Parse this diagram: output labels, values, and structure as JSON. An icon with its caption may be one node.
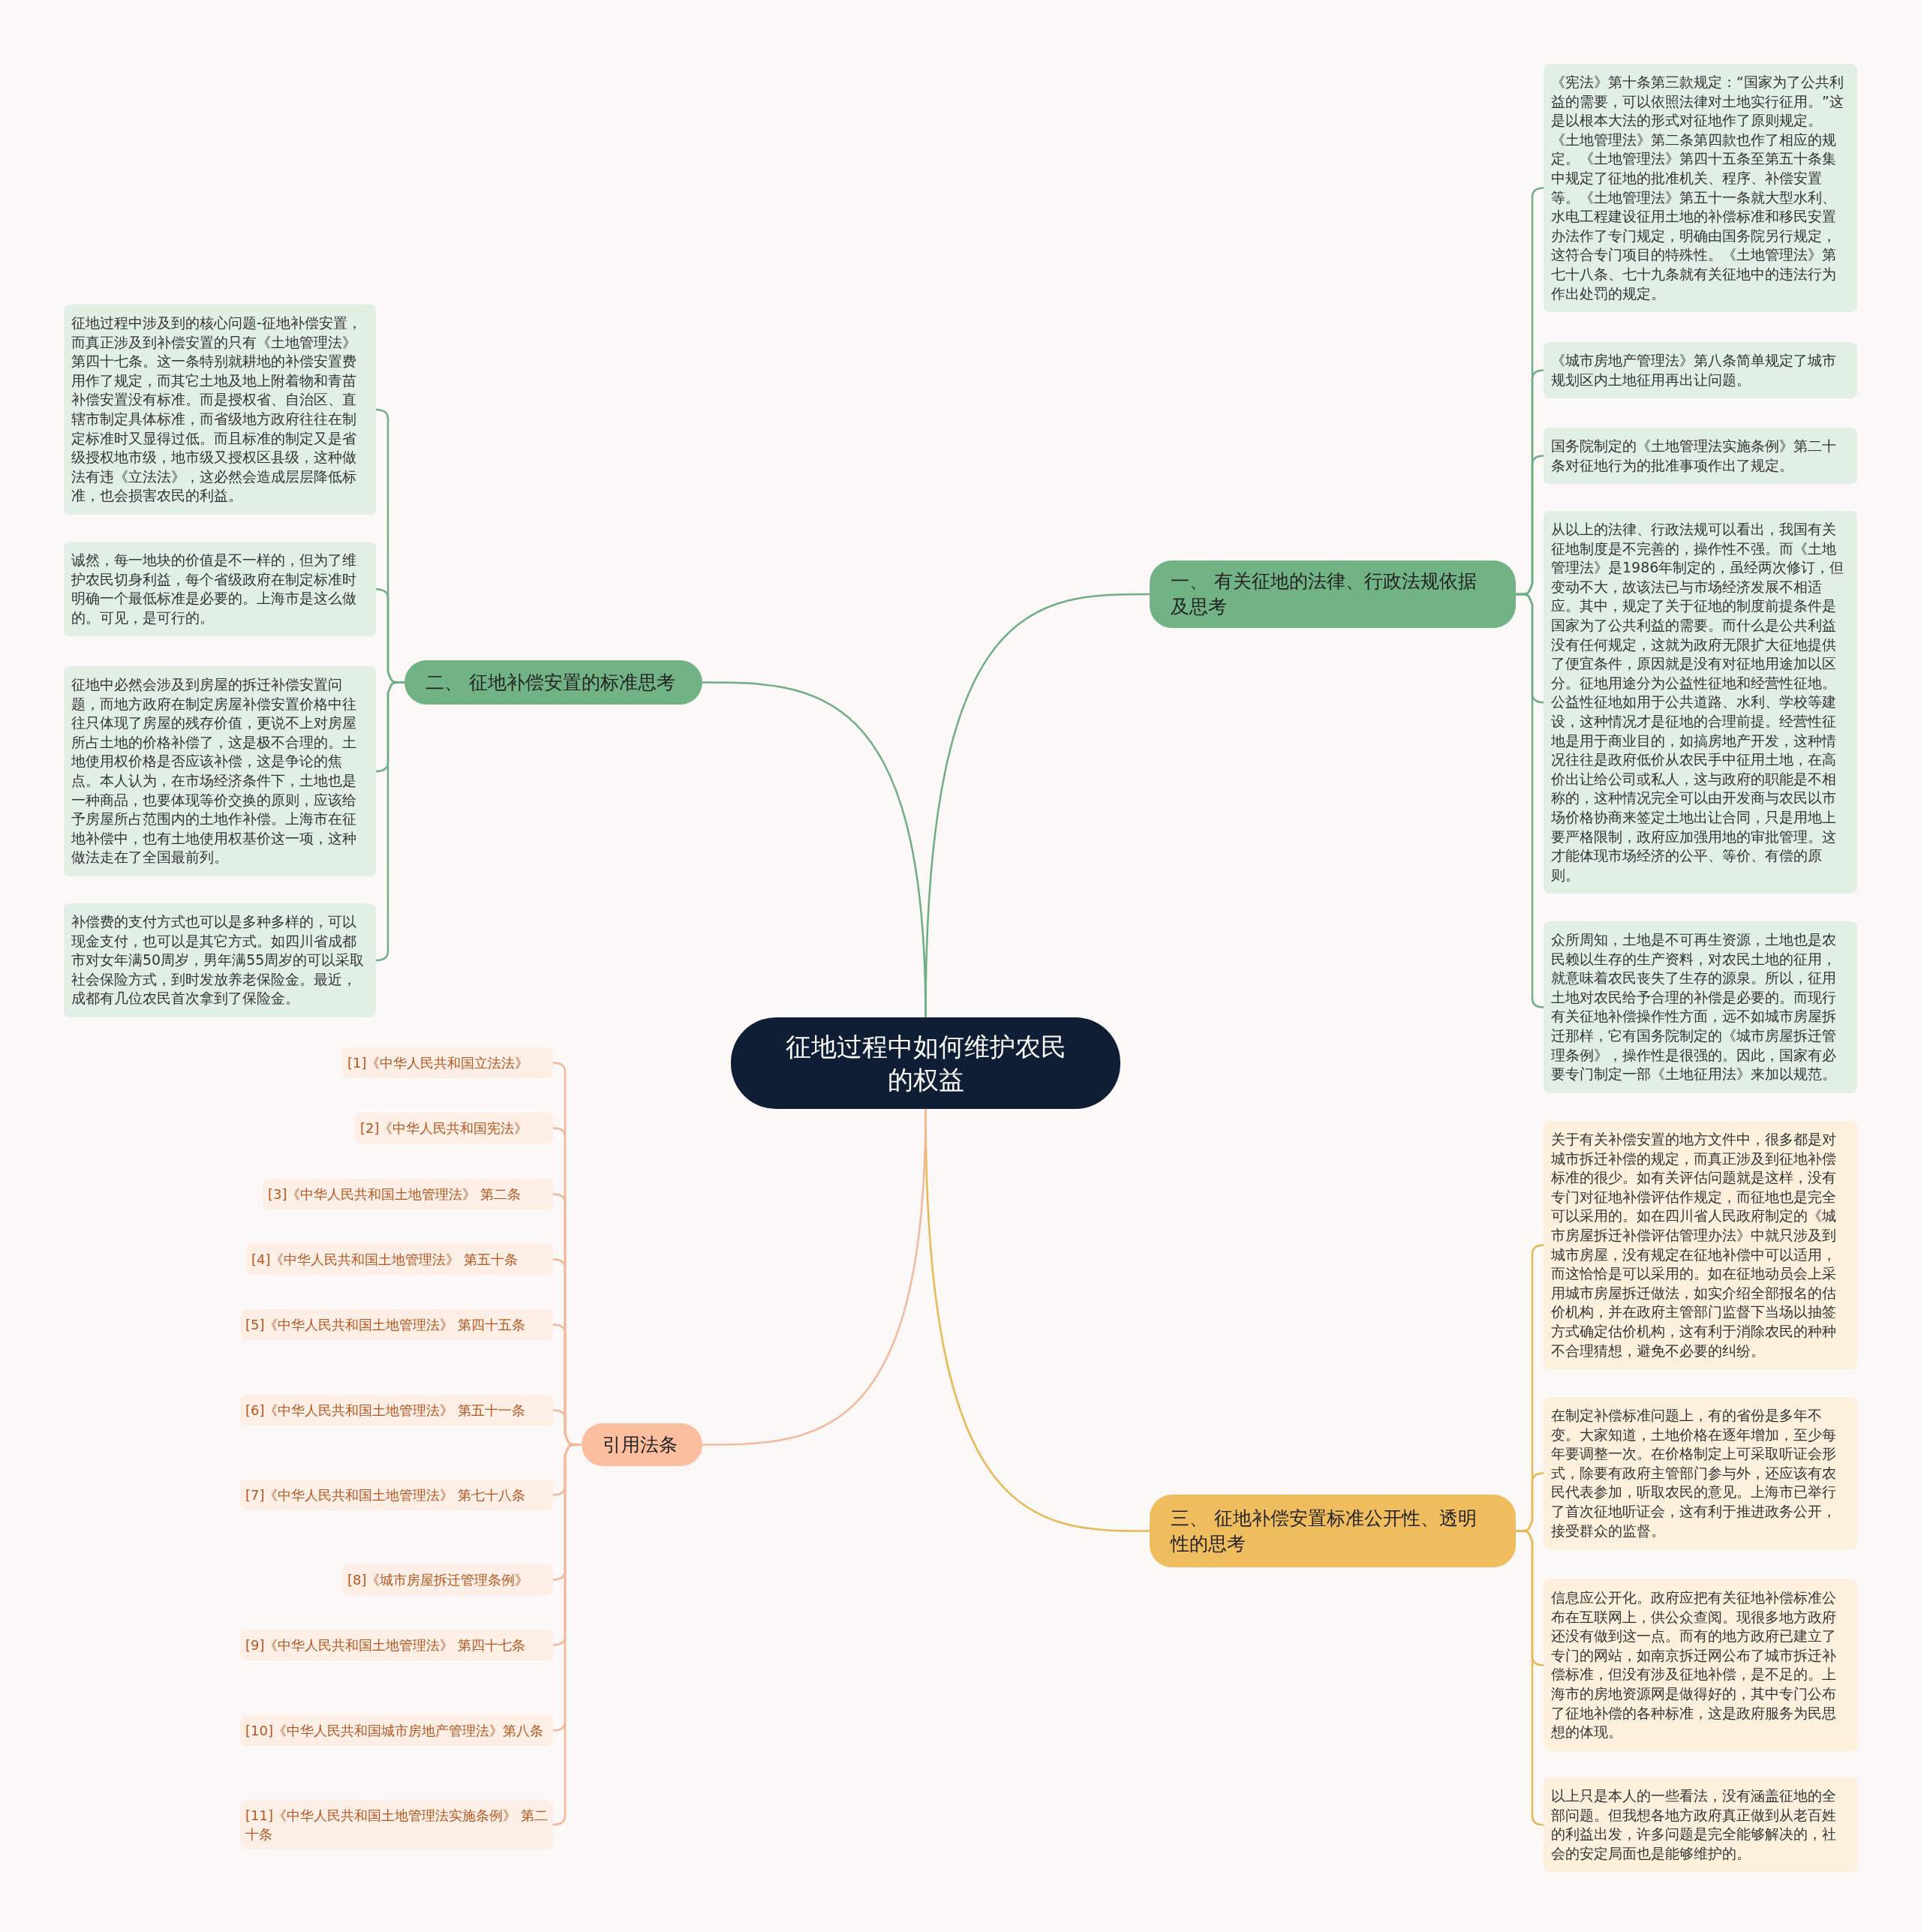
{
  "diagram": {
    "nodes": [
      {
        "text": [
          "征地过程中如何维护农民的权益"
        ]
      },
      {
        "text": [
          "一、 有关征地的法律、行政法规依据及思考"
        ]
      },
      {
        "text": [
          "《宪法》第十条第三款规定：“国家为了公共利益的需要，可以依照法律对土地实行征用。”这是以根本大法的形式对征地作了原则规定。《土地管理法》第二条第四款也作了相应的规定。《土地管理法》第四十五条至第五十条集中规定了征地的批准机关、程序、补偿安置等。《土地管理法》第五十一条就大型水利、水电工程建设征用土地的补偿标准和移民安置办法作了专门规定，明确由国务院另行规定，这符合专门项目的特殊性。《土地管理法》第七十八条、七十九条就有关征地中的违法行为作出处罚的规定。"
        ]
      },
      {
        "text": [
          "《城市房地产管理法》第八条简单规定了城市规划区内土地征用再出让问题。"
        ]
      },
      {
        "text": [
          "国务院制定的《土地管理法实施条例》第二十条对征地行为的批准事项作出了规定。"
        ]
      },
      {
        "text": [
          "从以上的法律、行政法规可以看出，我国有关征地制度是不完善的，操作性不强。而《土地管理法》是1986年制定的，虽经两次修订，但变动不大，故该法已与市场经济发展不相适应。其中，规定了关于征地的制度前提条件是国家为了公共利益的需要。而什么是公共利益没有任何规定，这就为政府无限扩大征地提供了便宜条件，原因就是没有对征地用途加以区分。征地用途分为公益性征地和经营性征地。公益性征地如用于公共道路、水利、学校等建设，这种情况才是征地的合理前提。经营性征地是用于商业目的，如搞房地产开发，这种情况往往是政府低价从农民手中征用土地，在高价出让给公司或私人，这与政府的职能是不相称的，这种情况完全可以由开发商与农民以市场价格协商来签定土地出让合同，只是用地上要严格限制，政府应加强用地的审批管理。这才能体现市场经济的公平、等价、有偿的原则。"
        ]
      },
      {
        "text": [
          "众所周知，土地是不可再生资源，土地也是农民赖以生存的生产资料，对农民土地的征用，就意味着农民丧失了生存的源泉。所以，征用土地对农民给予合理的补偿是必要的。而现行有关征地补偿操作性方面，远不如城市房屋拆迁那样，它有国务院制定的《城市房屋拆迁管理条例》，操作性是很强的。因此，国家有必要专门制定一部《土地征用法》来加以规范。"
        ]
      },
      {
        "text": [
          "三、 征地补偿安置标准公开性、透明性的思考"
        ]
      },
      {
        "text": [
          "关于有关补偿安置的地方文件中，很多都是对城市拆迁补偿的规定，而真正涉及到征地补偿标准的很少。如有关评估问题就是这样，没有专门对征地补偿评估作规定，而征地也是完全可以采用的。如在四川省人民政府制定的《城市房屋拆迁补偿评估管理办法》中就只涉及到城市房屋，没有规定在征地补偿中可以适用，而这恰恰是可以采用的。如在征地动员会上采用城市房屋拆迁做法，如实介绍全部报名的估价机构，并在政府主管部门监督下当场以抽签方式确定估价机构，这有利于消除农民的种种不合理猜想，避免不必要的纠纷。"
        ]
      },
      {
        "text": [
          "在制定补偿标准问题上，有的省份是多年不变。大家知道，土地价格在逐年增加，至少每年要调整一次。在价格制定上可采取听证会形式，除要有政府主管部门参与外，还应该有农民代表参加，听取农民的意见。上海市已举行了首次征地听证会，这有利于推进政务公开，接受群众的监督。"
        ]
      },
      {
        "text": [
          "信息应公开化。政府应把有关征地补偿标准公布在互联网上，供公众查阅。现很多地方政府还没有做到这一点。而有的地方政府已建立了专门的网站，如南京拆迁网公布了城市拆迁补偿标准，但没有涉及征地补偿，是不足的。上海市的房地资源网是做得好的，其中专门公布了征地补偿的各种标准，这是政府服务为民思想的体现。"
        ]
      },
      {
        "text": [
          "以上只是本人的一些看法，没有涵盖征地的全部问题。但我想各地方政府真正做到从老百姓的利益出发，许多问题是完全能够解决的，社会的安定局面也是能够维护的。"
        ]
      },
      {
        "text": [
          "二、 征地补偿安置的标准思考"
        ]
      },
      {
        "text": [
          "征地过程中涉及到的核心问题-征地补偿安置，而真正涉及到补偿安置的只有《土地管理法》第四十七条。这一条特别就耕地的补偿安置费用作了规定，而其它土地及地上附着物和青苗补偿安置没有标准。而是授权省、自治区、直辖市制定具体标准，而省级地方政府往往在制定标准时又显得过低。而且标准的制定又是省级授权地市级，地市级又授权区县级，这种做法有违《立法法》，这必然会造成层层降低标准，也会损害农民的利益。"
        ]
      },
      {
        "text": [
          "诚然，每一地块的价值是不一样的，但为了维护农民切身利益，每个省级政府在制定标准时明确一个最低标准是必要的。上海市是这么做的。可见，是可行的。"
        ]
      },
      {
        "text": [
          "征地中必然会涉及到房屋的拆迁补偿安置问题，而地方政府在制定房屋补偿安置价格中往往只体现了房屋的残存价值，更说不上对房屋所占土地的价格补偿了，这是极不合理的。土地使用权价格是否应该补偿，这是争论的焦点。本人认为，在市场经济条件下，土地也是一种商品，也要体现等价交换的原则，应该给予房屋所占范围内的土地作补偿。上海市在征地补偿中，也有土地使用权基价这一项，这种做法走在了全国最前列。"
        ]
      },
      {
        "text": [
          "补偿费的支付方式也可以是多种多样的，可以现金支付，也可以是其它方式。如四川省成都市对女年满50周岁，男年满55周岁的可以采取社会保险方式，到时发放养老保险金。最近，成都有几位农民首次拿到了保险金。"
        ]
      },
      {
        "text": [
          "引用法条"
        ]
      },
      {
        "text": [
          "[1]《中华人民共和国立法法》"
        ]
      },
      {
        "text": [
          "[2]《中华人民共和国宪法》"
        ]
      },
      {
        "text": [
          "[3]《中华人民共和国土地管理法》 第二条"
        ]
      },
      {
        "text": [
          "[4]《中华人民共和国土地管理法》 第五十条"
        ]
      },
      {
        "text": [
          "[5]《中华人民共和国土地管理法》 第四十五条"
        ]
      },
      {
        "text": [
          "[6]《中华人民共和国土地管理法》 第五十一条"
        ]
      },
      {
        "text": [
          "[7]《中华人民共和国土地管理法》 第七十八条"
        ]
      },
      {
        "text": [
          "[8]《城市房屋拆迁管理条例》"
        ]
      },
      {
        "text": [
          "[9]《中华人民共和国土地管理法》 第四十七条"
        ]
      },
      {
        "text": [
          "[10]《中华人民共和国城市房地产管理法》第八条"
        ]
      },
      {
        "text": [
          "[11]《中华人民共和国土地管理法实施条例》 第二十条"
        ]
      }
    ],
    "edges": [
      {
        "from": 0,
        "to": 1,
        "arrow": "none",
        "color": "#6fae85"
      },
      {
        "from": 1,
        "to": 2,
        "arrow": "none",
        "color": "#6fae85"
      },
      {
        "from": 1,
        "to": 3,
        "arrow": "none",
        "color": "#6fae85"
      },
      {
        "from": 1,
        "to": 4,
        "arrow": "none",
        "color": "#6fae85"
      },
      {
        "from": 1,
        "to": 5,
        "arrow": "none",
        "color": "#6fae85"
      },
      {
        "from": 1,
        "to": 6,
        "arrow": "none",
        "color": "#6fae85"
      },
      {
        "from": 0,
        "to": 7,
        "arrow": "none",
        "color": "#e6b955"
      },
      {
        "from": 7,
        "to": 8,
        "arrow": "none",
        "color": "#e6b955"
      },
      {
        "from": 7,
        "to": 9,
        "arrow": "none",
        "color": "#e6b955"
      },
      {
        "from": 7,
        "to": 10,
        "arrow": "none",
        "color": "#e6b955"
      },
      {
        "from": 7,
        "to": 11,
        "arrow": "none",
        "color": "#e6b955"
      },
      {
        "from": 0,
        "to": 12,
        "arrow": "none",
        "color": "#6fae85"
      },
      {
        "from": 12,
        "to": 13,
        "arrow": "none",
        "color": "#6fae85"
      },
      {
        "from": 12,
        "to": 14,
        "arrow": "none",
        "color": "#6fae85"
      },
      {
        "from": 12,
        "to": 15,
        "arrow": "none",
        "color": "#6fae85"
      },
      {
        "from": 12,
        "to": 16,
        "arrow": "none",
        "color": "#6fae85"
      },
      {
        "from": 0,
        "to": 17,
        "arrow": "none",
        "color": "#f1b89b"
      },
      {
        "from": 17,
        "to": 18,
        "arrow": "none",
        "color": "#f1b89b"
      },
      {
        "from": 17,
        "to": 19,
        "arrow": "none",
        "color": "#f1b89b"
      },
      {
        "from": 17,
        "to": 20,
        "arrow": "none",
        "color": "#f1b89b"
      },
      {
        "from": 17,
        "to": 21,
        "arrow": "none",
        "color": "#f1b89b"
      },
      {
        "from": 17,
        "to": 22,
        "arrow": "none",
        "color": "#f1b89b"
      },
      {
        "from": 17,
        "to": 23,
        "arrow": "none",
        "color": "#f1b89b"
      },
      {
        "from": 17,
        "to": 24,
        "arrow": "none",
        "color": "#f1b89b"
      },
      {
        "from": 17,
        "to": 25,
        "arrow": "none",
        "color": "#f1b89b"
      },
      {
        "from": 17,
        "to": 26,
        "arrow": "none",
        "color": "#f1b89b"
      },
      {
        "from": 17,
        "to": 27,
        "arrow": "none",
        "color": "#f1b89b"
      },
      {
        "from": 17,
        "to": 28,
        "arrow": "none",
        "color": "#f1b89b"
      }
    ]
  }
}
